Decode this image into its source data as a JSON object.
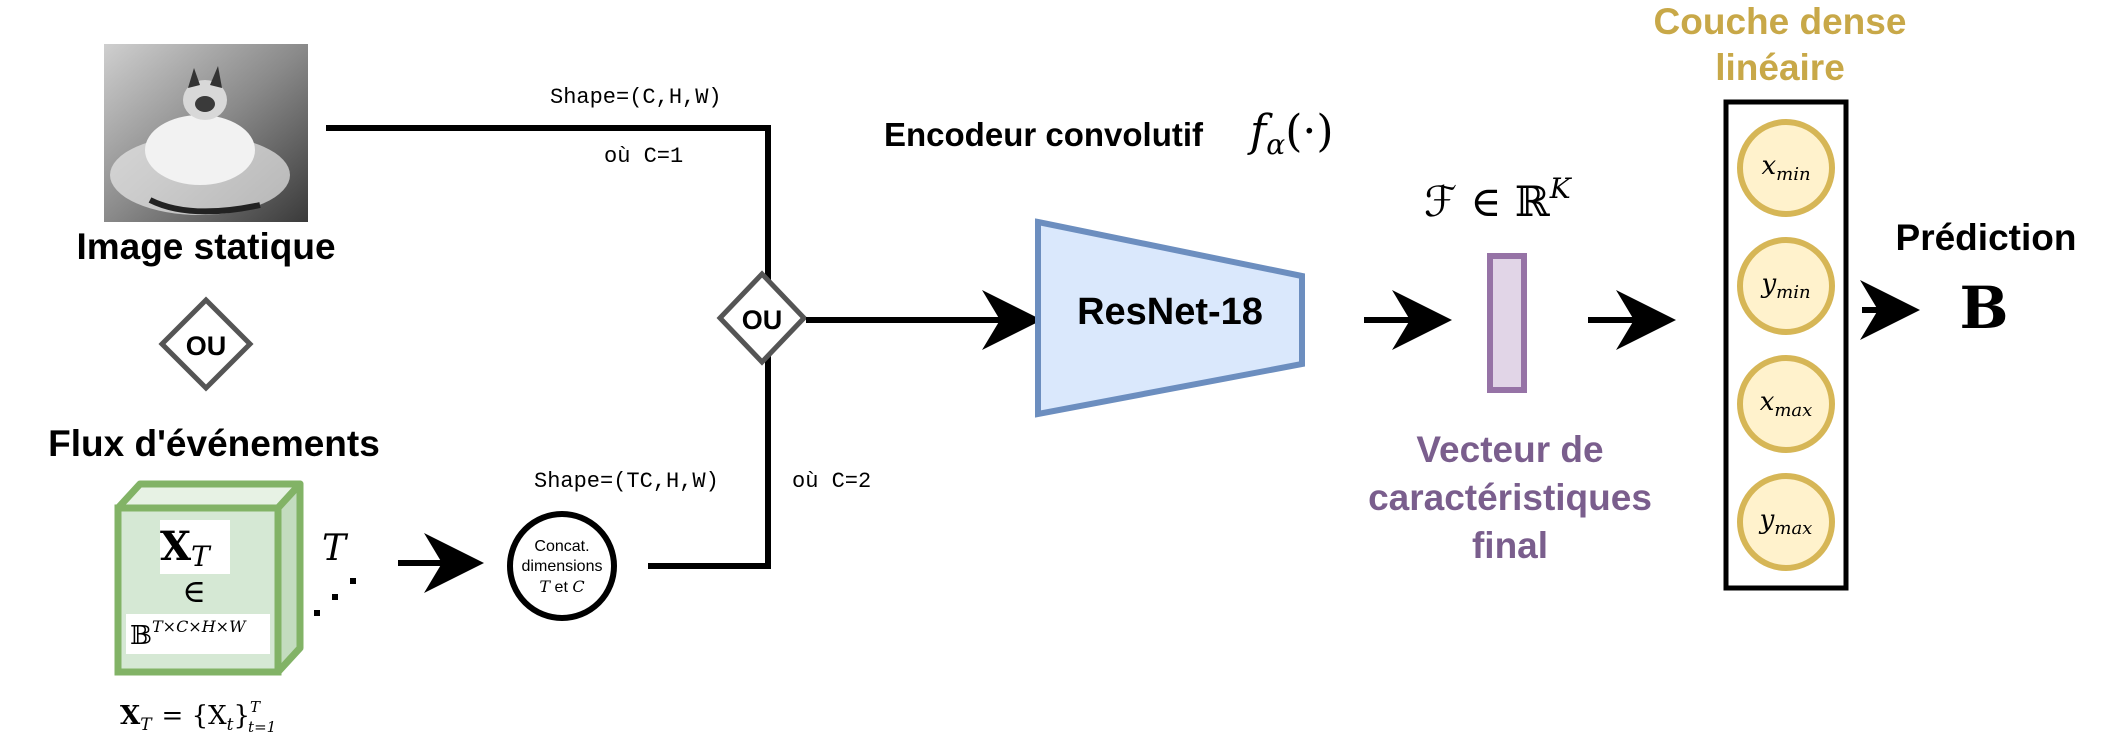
{
  "inputs": {
    "static_image_label": "Image statique",
    "or_label_left": "OU",
    "event_stream_label": "Flux d'événements",
    "tensor_name": "X",
    "tensor_subscript": "T",
    "tensor_in": "∈",
    "tensor_space": "𝔹",
    "tensor_space_exp": "T×C×H×W",
    "depth_label": "T",
    "tensor_def_lhs": "X",
    "tensor_def_lhs_sub": "T",
    "tensor_def_rhs": "= {X",
    "tensor_def_rhs_sub": "t",
    "tensor_def_close": "}",
    "tensor_def_sup": "T",
    "tensor_def_sub2": "t=1"
  },
  "routing": {
    "shape_top": "Shape=(C,H,W)",
    "where_top": "où C=1",
    "shape_bottom": "Shape=(TC,H,W)",
    "where_bottom": "où C=2",
    "or_label_center": "OU",
    "concat_line1": "Concat.",
    "concat_line2": "dimensions",
    "concat_line3_a": "T",
    "concat_line3_b": " et ",
    "concat_line3_c": "C"
  },
  "encoder": {
    "title": "Encodeur convolutif",
    "func_symbol": "f",
    "func_sub": "α",
    "func_args": "(·)",
    "block_label": "ResNet-18"
  },
  "features": {
    "symbol": "ℱ ∈ ℝ",
    "symbol_exp": "K",
    "caption_line1": "Vecteur de",
    "caption_line2": "caractéristiques",
    "caption_line3": "final"
  },
  "dense": {
    "title_line1": "Couche dense",
    "title_line2": "linéaire",
    "neurons": [
      {
        "var": "x",
        "sub": "min"
      },
      {
        "var": "y",
        "sub": "min"
      },
      {
        "var": "x",
        "sub": "max"
      },
      {
        "var": "y",
        "sub": "max"
      }
    ]
  },
  "prediction": {
    "title": "Prédiction",
    "symbol": "B"
  },
  "colors": {
    "encoder_fill": "#dae8fc",
    "encoder_stroke": "#6c8ebf",
    "feature_fill": "#e1d5e7",
    "feature_stroke": "#9673a6",
    "feature_caption": "#7a5e8d",
    "dense_title": "#c8a848",
    "neuron_fill": "#fff2cc",
    "neuron_stroke": "#d6b656",
    "cube_front_fill": "#d5e8d4",
    "cube_side_fill": "#c3dcbf",
    "cube_stroke": "#82b366"
  }
}
